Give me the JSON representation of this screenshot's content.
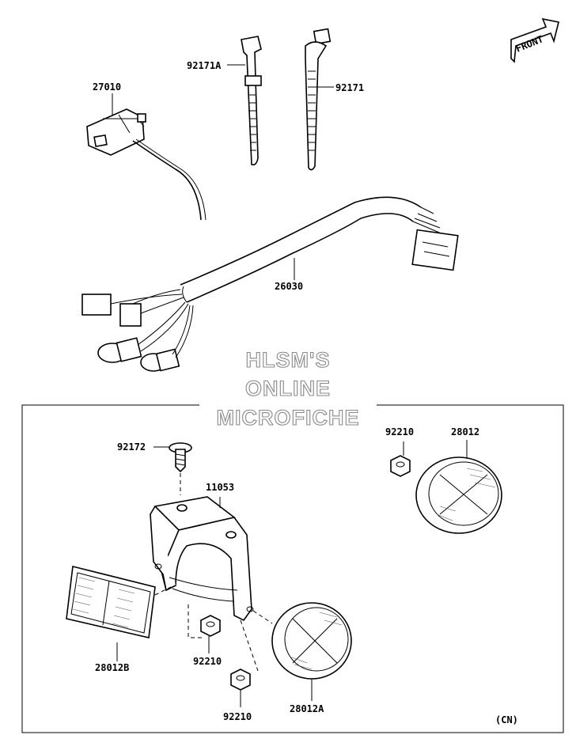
{
  "watermark": {
    "line1": "HLSM'S",
    "line2": "ONLINE",
    "line3": "MICROFICHE"
  },
  "front_marker": {
    "label": "FRONT"
  },
  "region_code": "(CN)",
  "parts": [
    {
      "number": "27010",
      "name": "switch-assembly"
    },
    {
      "number": "92171A",
      "name": "cable-band-a"
    },
    {
      "number": "92171",
      "name": "cable-band"
    },
    {
      "number": "26030",
      "name": "wiring-harness"
    },
    {
      "number": "92172",
      "name": "screw"
    },
    {
      "number": "11053",
      "name": "reflector-bracket"
    },
    {
      "number": "92210",
      "name": "nut-upper"
    },
    {
      "number": "28012",
      "name": "round-reflector"
    },
    {
      "number": "28012B",
      "name": "rectangular-reflector"
    },
    {
      "number": "92210",
      "name": "nut-middle"
    },
    {
      "number": "28012A",
      "name": "round-reflector-a"
    },
    {
      "number": "92210",
      "name": "nut-lower"
    }
  ]
}
